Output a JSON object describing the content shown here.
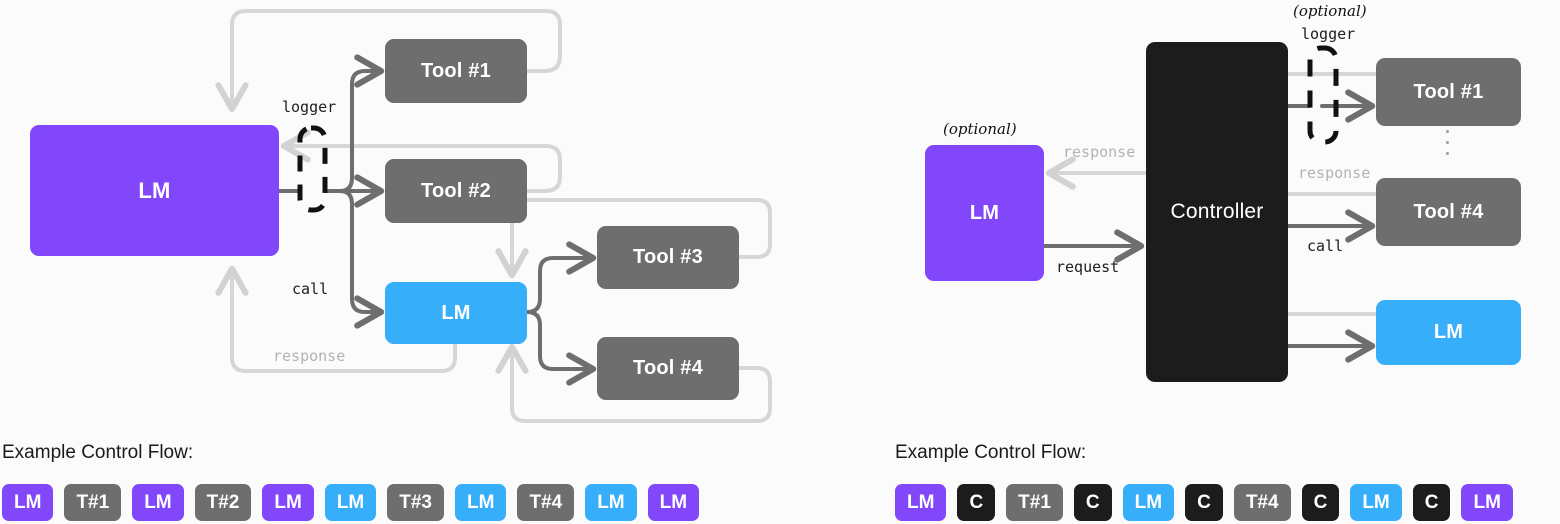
{
  "left_panel": {
    "nodes": {
      "lm_main": "LM",
      "tool1": "Tool #1",
      "tool2": "Tool #2",
      "lm_sub": "LM",
      "tool3": "Tool #3",
      "tool4": "Tool #4"
    },
    "labels": {
      "logger": "logger",
      "call": "call",
      "response": "response"
    },
    "flow": {
      "title": "Example Control Flow:",
      "chips": [
        {
          "text": "LM",
          "color": "purple"
        },
        {
          "text": "T#1",
          "color": "gray"
        },
        {
          "text": "LM",
          "color": "purple"
        },
        {
          "text": "T#2",
          "color": "gray"
        },
        {
          "text": "LM",
          "color": "purple"
        },
        {
          "text": "LM",
          "color": "blue"
        },
        {
          "text": "T#3",
          "color": "gray"
        },
        {
          "text": "LM",
          "color": "blue"
        },
        {
          "text": "T#4",
          "color": "gray"
        },
        {
          "text": "LM",
          "color": "blue"
        },
        {
          "text": "LM",
          "color": "purple"
        }
      ]
    }
  },
  "right_panel": {
    "nodes": {
      "lm_client": "LM",
      "controller": "Controller",
      "tool1": "Tool #1",
      "tool4": "Tool #4",
      "lm_tool": "LM"
    },
    "labels": {
      "optional_lm": "(optional)",
      "optional_logger": "(optional)",
      "logger": "logger",
      "response_left": "response",
      "request": "request",
      "response_right": "response",
      "call": "call"
    },
    "flow": {
      "title": "Example Control Flow:",
      "chips": [
        {
          "text": "LM",
          "color": "purple"
        },
        {
          "text": "C",
          "color": "dark"
        },
        {
          "text": "T#1",
          "color": "gray"
        },
        {
          "text": "C",
          "color": "dark"
        },
        {
          "text": "LM",
          "color": "blue"
        },
        {
          "text": "C",
          "color": "dark"
        },
        {
          "text": "T#4",
          "color": "gray"
        },
        {
          "text": "C",
          "color": "dark"
        },
        {
          "text": "LM",
          "color": "blue"
        },
        {
          "text": "C",
          "color": "dark"
        },
        {
          "text": "LM",
          "color": "purple"
        }
      ]
    }
  },
  "colors": {
    "purple": "#8247fb",
    "blue": "#36aefa",
    "gray": "#6e6e6e",
    "dark": "#1c1c1c",
    "wire_dark": "#6e6e6e",
    "wire_light": "#d6d6d6",
    "background": "#fbfbfb"
  }
}
